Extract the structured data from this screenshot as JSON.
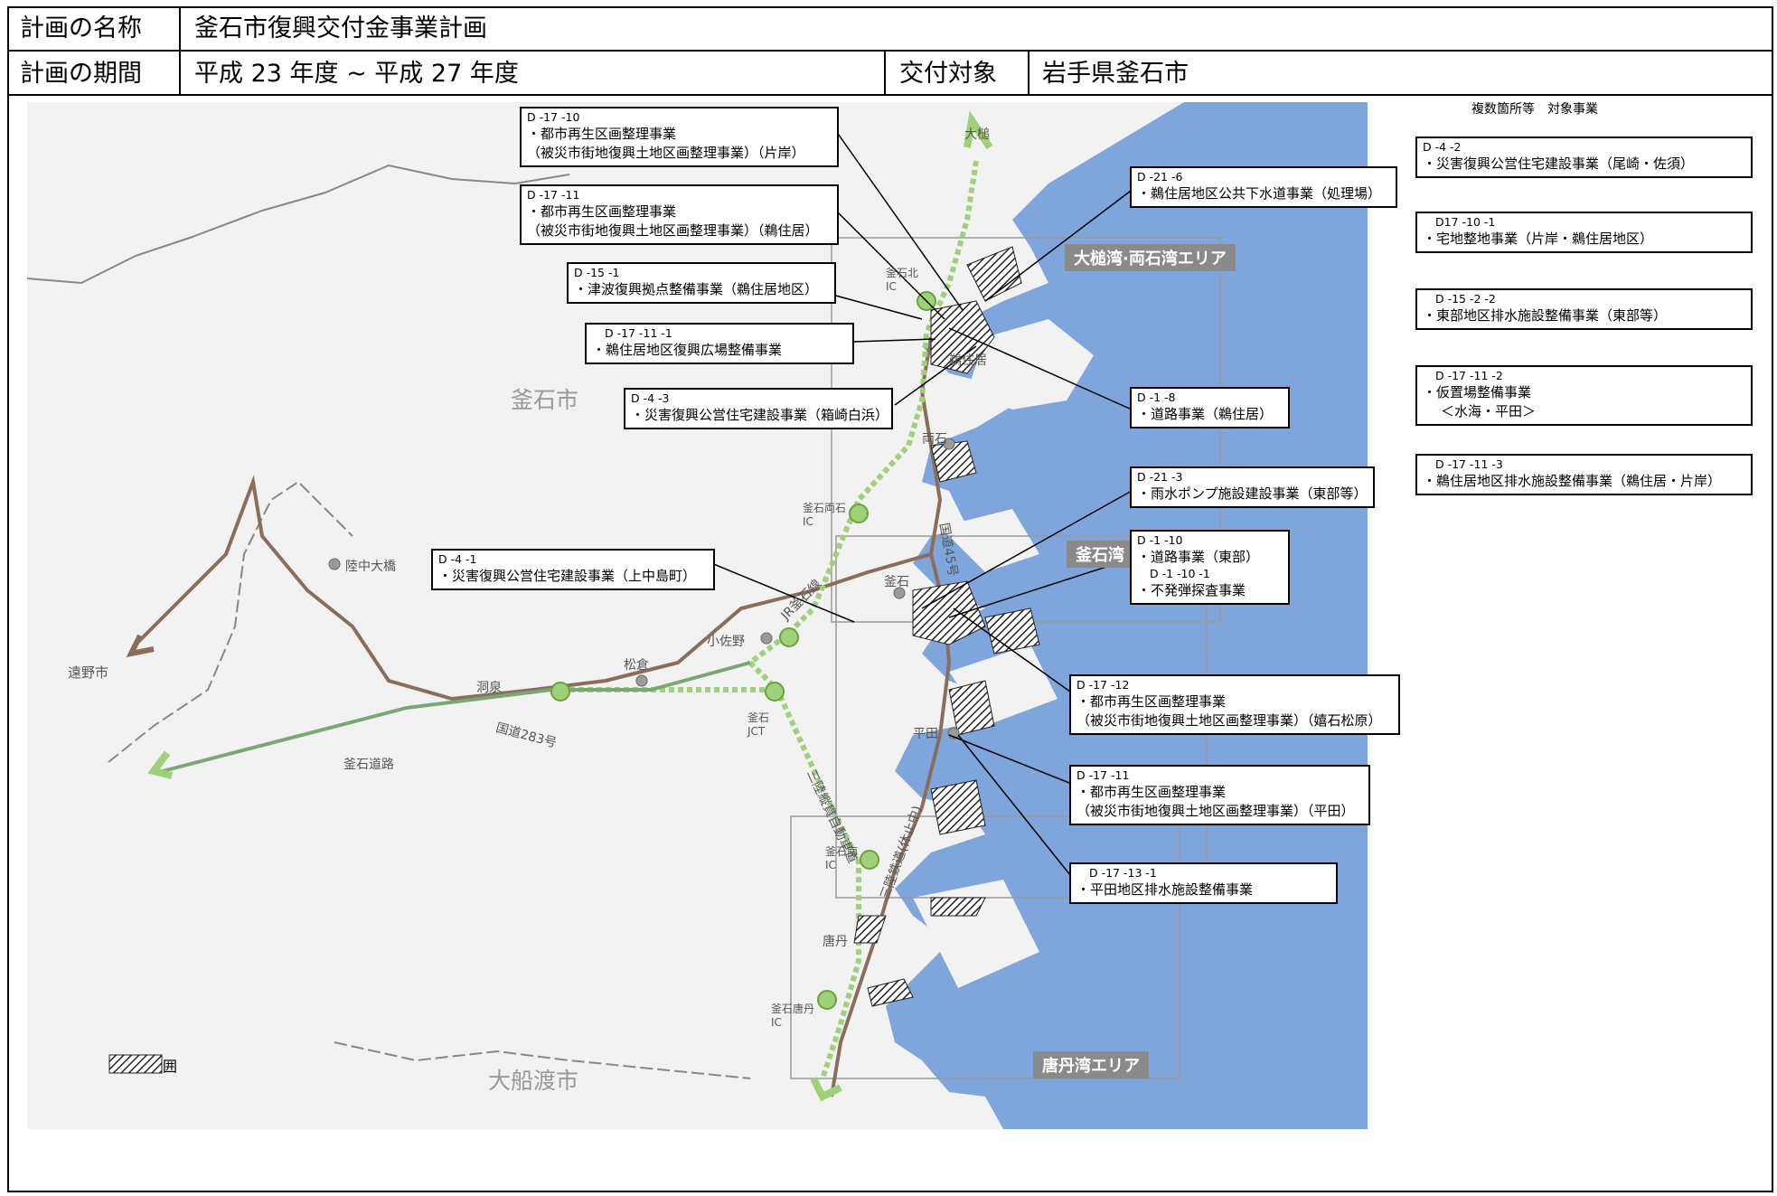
{
  "header": {
    "name_label": "計画の名称",
    "name_value": "釜石市復興交付金事業計画",
    "period_label": "計画の期間",
    "period_value": "平成 23 年度 ~ 平成 27 年度",
    "target_label": "交付対象",
    "target_value": "岩手県釜石市"
  },
  "map": {
    "places": {
      "otsuchi": "大槌",
      "kamaishi_city": "釜石市",
      "tono_city": "遠野市",
      "ofunato_city": "大船渡市",
      "rikuchu_ohashi": "陸中大橋",
      "dosen": "洞泉",
      "matsukura": "松倉",
      "kosano": "小佐野",
      "kamaishi": "釜石",
      "heita": "平田",
      "toni": "唐丹",
      "unosumai": "鵜住居",
      "ryoishi": "両石",
      "kamaishi_kita_ic": "釜石北\nIC",
      "kamaishi_ryoishi_ic": "釜石両石\nIC",
      "kamaishi_jct": "釜石\nJCT",
      "kamaishi_minami_ic": "釜石南\nIC",
      "kamaishi_toni_ic": "釜石唐丹\nIC"
    },
    "roads": {
      "route283": "国道283号",
      "route45": "国道45号",
      "kamaishi_road": "釜石道路",
      "jr_kamaishi_line": "JR釜石線",
      "sanriku_expressway": "三陸縦貫自動車道",
      "sanriku_railway": "三陸鉄道(休止中)"
    },
    "areas": {
      "otsuchi_ryoishi": "大槌湾·両石湾エリア",
      "kamaishi_bay": "釜石湾",
      "toni_bay": "唐丹湾エリア"
    },
    "legend": "浸水範囲"
  },
  "callouts": [
    {
      "code": "D -17 -10",
      "lines": [
        "・都市再生区画整理事業",
        "（被災市街地復興土地区画整理事業）（片岸）"
      ]
    },
    {
      "code": "D -17 -11",
      "lines": [
        "・都市再生区画整理事業",
        "（被災市街地復興土地区画整理事業）（鵜住居）"
      ]
    },
    {
      "code": "D -15 -1",
      "lines": [
        "・津波復興拠点整備事業（鵜住居地区）"
      ]
    },
    {
      "code": "D -17 -11 -1",
      "lines": [
        "・鵜住居地区復興広場整備事業"
      ]
    },
    {
      "code": "D -4 -3",
      "lines": [
        "・災害復興公営住宅建設事業（箱崎白浜）"
      ]
    },
    {
      "code": "D -4 -1",
      "lines": [
        "・災害復興公営住宅建設事業（上中島町）"
      ]
    },
    {
      "code": "D -21 -6",
      "lines": [
        "・鵜住居地区公共下水道事業（処理場）"
      ]
    },
    {
      "code": "D -1 -8",
      "lines": [
        "・道路事業（鵜住居）"
      ]
    },
    {
      "code": "D -21 -3",
      "lines": [
        "・雨水ポンプ施設建設事業（東部等）"
      ]
    },
    {
      "code": "D -1 -10",
      "lines": [
        "・道路事業（東部）",
        "D -1 -10 -1",
        "・不発弾探査事業"
      ]
    },
    {
      "code": "D -17 -12",
      "lines": [
        "・都市再生区画整理事業",
        "（被災市街地復興土地区画整理事業）（嬉石松原）"
      ]
    },
    {
      "code": "D -17 -11",
      "lines": [
        "・都市再生区画整理事業",
        "（被災市街地復興土地区画整理事業）（平田）"
      ]
    },
    {
      "code": "D -17 -13 -1",
      "lines": [
        "・平田地区排水施設整備事業"
      ]
    }
  ],
  "side": {
    "title": "複数箇所等　対象事業",
    "items": [
      {
        "code": "D -4 -2",
        "lines": [
          "・災害復興公営住宅建設事業（尾崎・佐須）"
        ]
      },
      {
        "code": "D17 -10 -1",
        "lines": [
          "・宅地整地事業（片岸・鵜住居地区）"
        ]
      },
      {
        "code": "D -15 -2 -2",
        "lines": [
          "・東部地区排水施設整備事業（東部等）"
        ]
      },
      {
        "code": "D -17 -11 -2",
        "lines": [
          "・仮置場整備事業",
          "＜水海・平田＞"
        ]
      },
      {
        "code": "D -17 -11 -3",
        "lines": [
          "・鵜住居地区排水施設整備事業（鵜住居・片岸）"
        ]
      }
    ]
  }
}
